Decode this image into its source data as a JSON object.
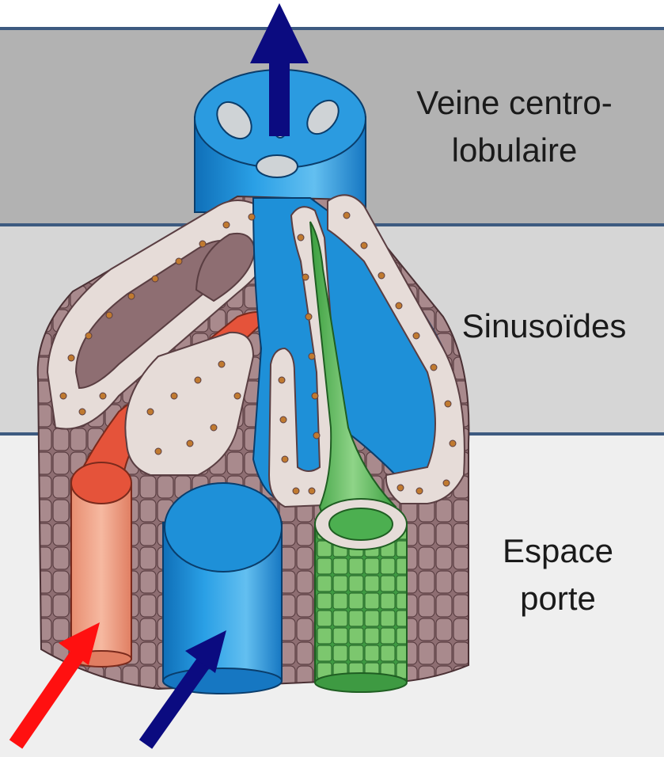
{
  "labels": {
    "central_vein_line1": "Veine centro-",
    "central_vein_line2": "lobulaire",
    "sinusoids": "Sinusoïdes",
    "portal_space_line1": "Espace",
    "portal_space_line2": "porte"
  },
  "colors": {
    "band_top": "#b2b2b2",
    "band_middle": "#d6d6d6",
    "band_bottom": "#efefef",
    "band_border": "#3d5a80",
    "vein_blue": "#1e90d8",
    "artery_red": "#e5533a",
    "artery_light": "#f2a48a",
    "bile_green": "#4caf50",
    "hepatocyte": "#e6dcd8",
    "plate_tissue": "#8e6e72",
    "flow_arrow_blue": "#0b0b80",
    "flow_arrow_red": "#ff1010"
  }
}
